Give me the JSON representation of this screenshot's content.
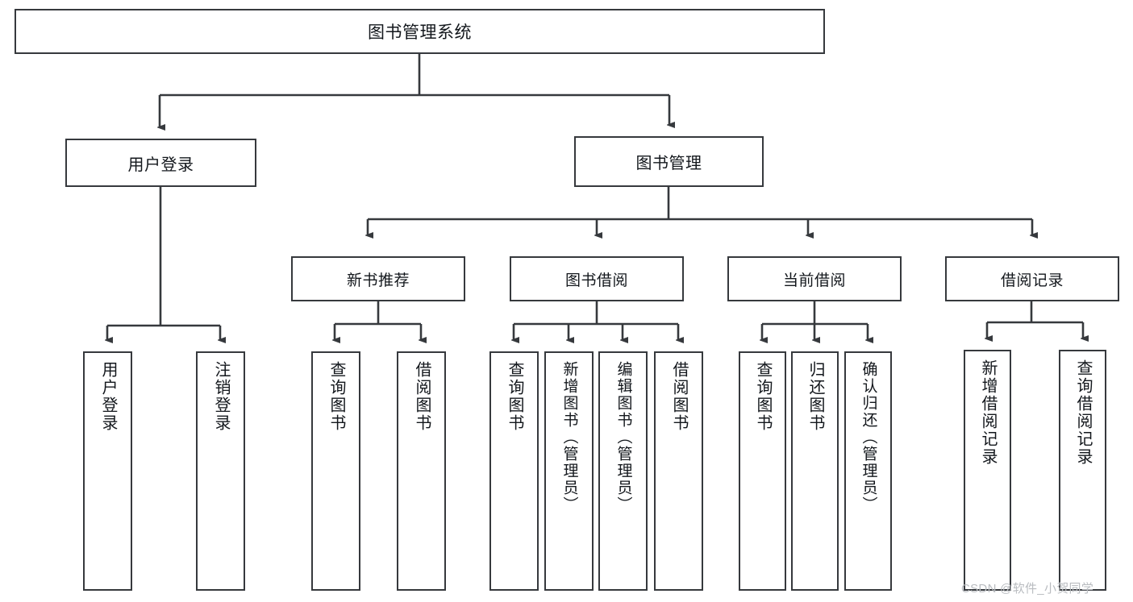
{
  "diagram": {
    "title": "图书管理系统",
    "type": "tree-hierarchy",
    "root": {
      "label": "图书管理系统"
    },
    "level1": [
      {
        "label": "用户登录"
      },
      {
        "label": "图书管理"
      }
    ],
    "level2": [
      {
        "label": "新书推荐"
      },
      {
        "label": "图书借阅"
      },
      {
        "label": "当前借阅"
      },
      {
        "label": "借阅记录"
      }
    ],
    "leaves": {
      "user_login": [
        {
          "label": "用户登录"
        },
        {
          "label": "注销登录"
        }
      ],
      "new_book": [
        {
          "label": "查询图书"
        },
        {
          "label": "借阅图书"
        }
      ],
      "borrow_book": [
        {
          "label": "查询图书"
        },
        {
          "label": "新增图书（管理员）"
        },
        {
          "label": "编辑图书（管理员）"
        },
        {
          "label": "借阅图书"
        }
      ],
      "current_borrow": [
        {
          "label": "查询图书"
        },
        {
          "label": "归还图书"
        },
        {
          "label": "确认归还（管理员）"
        }
      ],
      "borrow_record": [
        {
          "label": "新增借阅记录"
        },
        {
          "label": "查询借阅记录"
        }
      ]
    }
  },
  "watermark": {
    "text": "CSDN @软件_小贺同学"
  },
  "colors": {
    "stroke": "#36393d",
    "text": "#13171c",
    "background": "#ffffff",
    "watermark": "#b9bcc0"
  }
}
